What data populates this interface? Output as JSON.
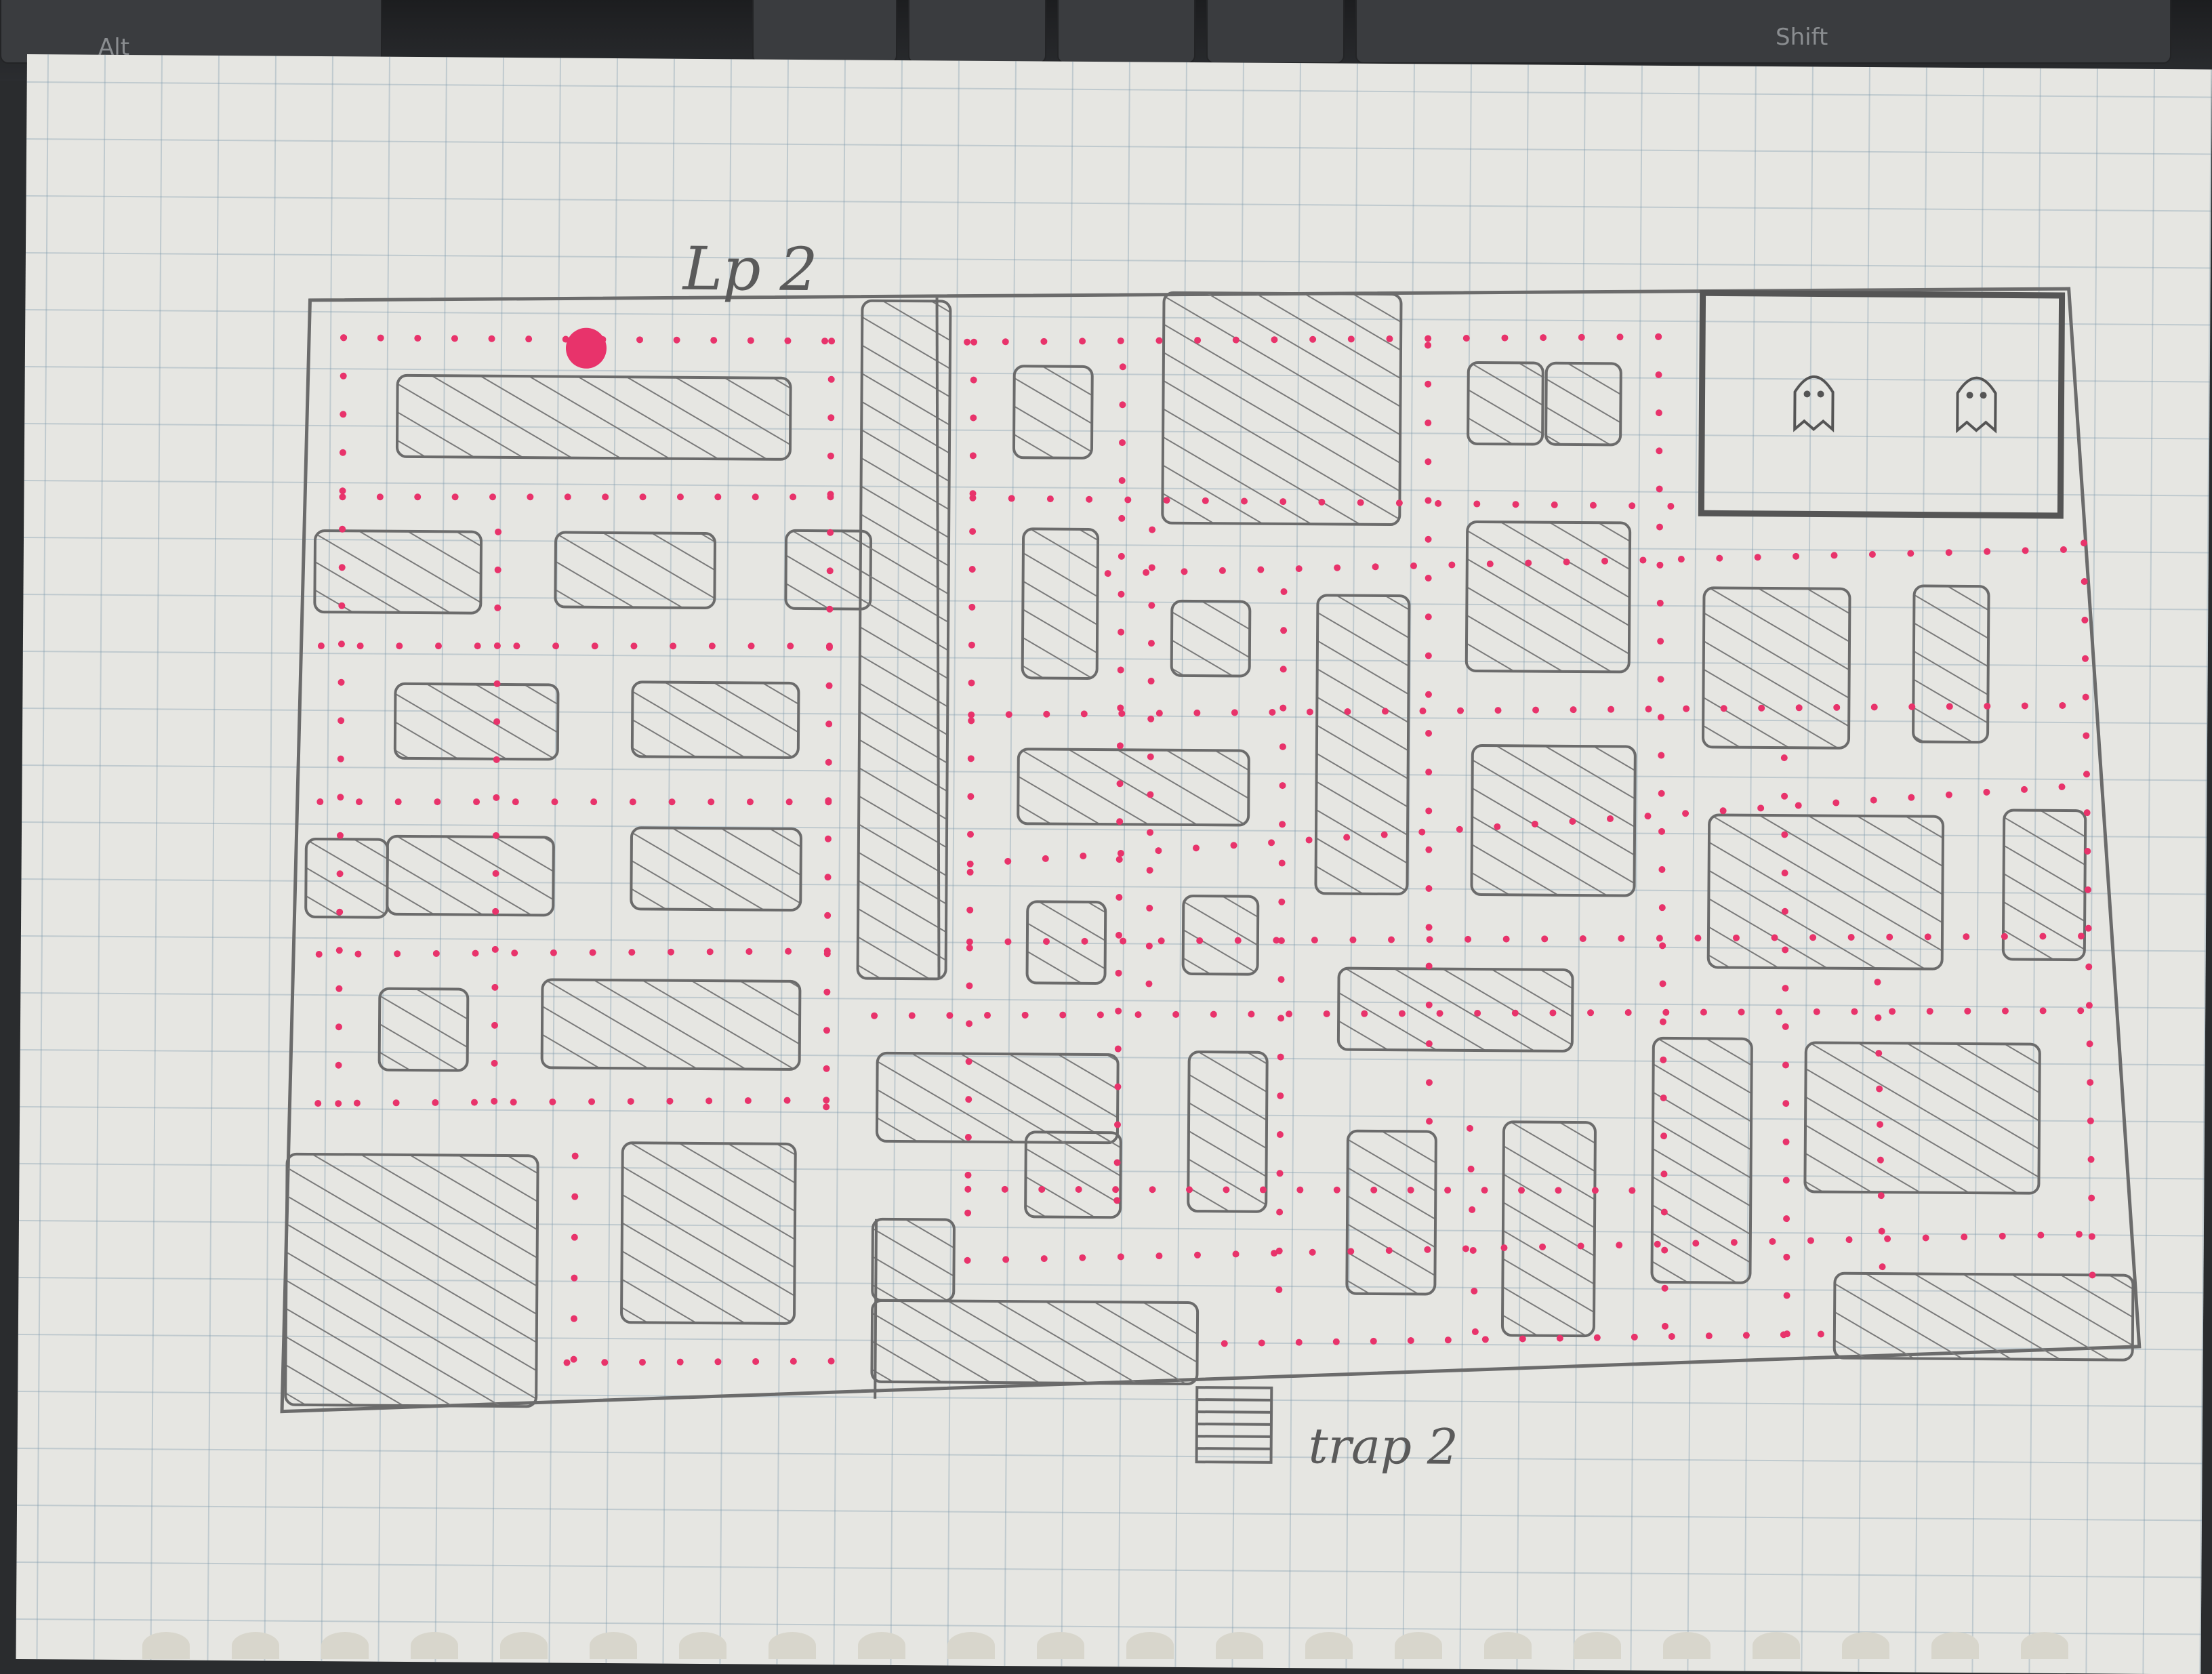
{
  "keyboard": {
    "keys": [
      "Alt",
      "Shift"
    ]
  },
  "sketch": {
    "level_label": "Lp 2",
    "stair_label": "trap 2",
    "ghost_count": 2,
    "player_color": "#e8336b",
    "pellet_color": "#e8336b",
    "pencil_color": "#6b6b6b"
  }
}
